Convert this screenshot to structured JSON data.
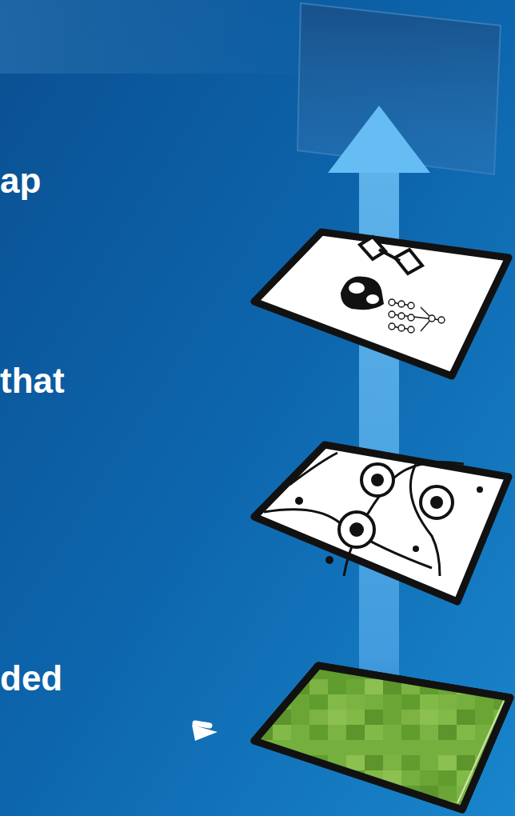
{
  "diagram": {
    "labels": [
      "ap",
      "that",
      "ded"
    ]
  }
}
